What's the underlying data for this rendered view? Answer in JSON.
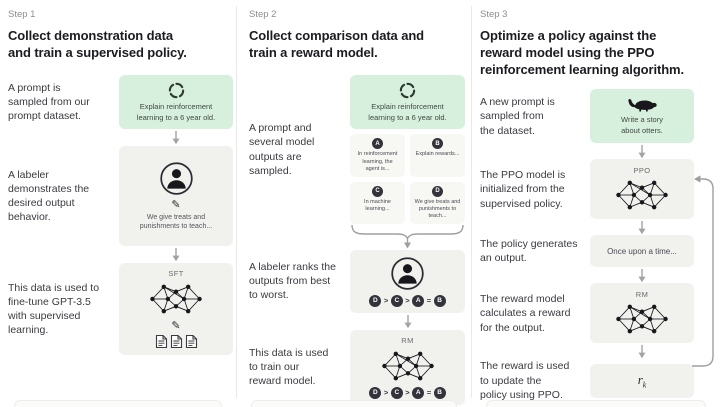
{
  "colors": {
    "prompt_box_bg": "#d7efdd",
    "process_box_bg": "#f1f1ee",
    "rank_circle_bg": "#33333b",
    "arrow": "#a3a3a3",
    "step_label_text": "#8e8e93",
    "title_text": "#1b1b21",
    "body_text": "#3a3a42"
  },
  "icons": {
    "pencil_glyph": "✎",
    "sample": "circular-arrows-sample-icon",
    "labeler": "person-in-circle-icon",
    "network": "neural-network-icon",
    "documents": "document-stack-icon",
    "otter": "otter-silhouette-icon"
  },
  "step1": {
    "label": "Step 1",
    "title": "Collect demonstration data\nand train a supervised policy.",
    "note1": "A prompt is\nsampled from our\nprompt dataset.",
    "prompt_text": "Explain reinforcement\nlearning to a 6 year old.",
    "note2": "A labeler\ndemonstrates the\ndesired output\nbehavior.",
    "labeler_caption": "We give treats and\npunishments to teach...",
    "note3": "This data is used to\nfine-tune GPT-3.5\nwith supervised\nlearning.",
    "model_label": "SFT"
  },
  "step2": {
    "label": "Step 2",
    "title": "Collect comparison data and\ntrain a reward model.",
    "note1": "A prompt and\nseveral model\noutputs are\nsampled.",
    "prompt_text": "Explain reinforcement\nlearning to a 6 year old.",
    "outputs": [
      {
        "id": "A",
        "text": "In reinforcement\nlearning, the\nagent is..."
      },
      {
        "id": "B",
        "text": "Explain rewards..."
      },
      {
        "id": "C",
        "text": "In machine\nlearning..."
      },
      {
        "id": "D",
        "text": "We give treats and\npunishments to\nteach..."
      }
    ],
    "note2": "A labeler ranks the\noutputs from best\nto worst.",
    "ranking": [
      "D",
      ">",
      "C",
      ">",
      "A",
      "=",
      "B"
    ],
    "note3": "This data is used\nto train our\nreward model.",
    "model_label": "RM"
  },
  "step3": {
    "label": "Step 3",
    "title": "Optimize a policy against the\nreward model using the PPO\nreinforcement learning algorithm.",
    "note1": "A new prompt is\nsampled from\nthe dataset.",
    "prompt_text": "Write a story\nabout otters.",
    "note2": "The PPO model is\ninitialized from the\nsupervised policy.",
    "ppo_label": "PPO",
    "note3": "The policy generates\nan output.",
    "output_text": "Once upon a time...",
    "note4": "The reward model\ncalculates a reward\nfor the output.",
    "rm_label": "RM",
    "note5": "The reward is used\nto update the\npolicy using PPO.",
    "reward_symbol": "r",
    "reward_subscript": "k"
  }
}
